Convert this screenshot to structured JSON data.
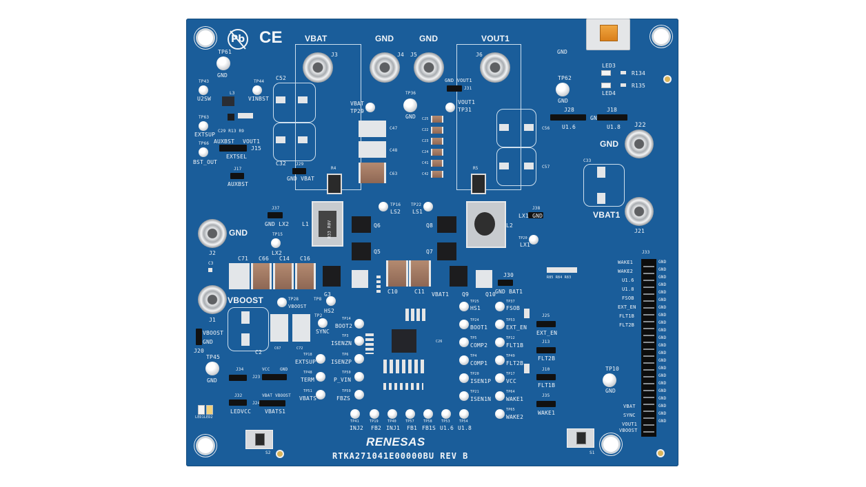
{
  "board": {
    "part_number": "RTKA271041E00000BU REV B",
    "brand": "RENESAS",
    "marks": {
      "pb": "Pb",
      "ce": "CE"
    }
  },
  "connectors": {
    "vbat": "VBAT",
    "j3": "J3",
    "gnd4": "GND",
    "j4": "J4",
    "gnd5": "GND",
    "j5": "J5",
    "vout1": "VOUT1",
    "j6": "J6",
    "gnd2": "GND",
    "j2": "J2",
    "vboost": "VBOOST",
    "j1": "J1",
    "gnd22": "GND",
    "j22": "J22",
    "vbat1": "VBAT1",
    "j21": "J21"
  },
  "testpoints": {
    "tp61": "TP61",
    "tp61_gnd": "GND",
    "tp43": "TP43",
    "u2sw": "U2SW",
    "tp44": "TP44",
    "vinbst": "VINBST",
    "tp63": "TP63",
    "extsup": "EXTSUP",
    "tp66": "TP66",
    "bst_out": "BST_OUT",
    "auxbst": "AUXBST",
    "vout1_small": "VOUT1",
    "j15": "J15",
    "extsel": "EXTSEL",
    "j17": "J17",
    "auxbst2": "AUXBST",
    "j29": "J29",
    "gnd_vbat": "GND VBAT",
    "vbat_tp29": "VBAT",
    "tp29": "TP29",
    "tp36": "TP36",
    "tp36_gnd": "GND",
    "gnd_vout1": "GND VOUT1",
    "j31": "J31",
    "vout1_tp31": "VOUT1",
    "tp31": "TP31",
    "tp62": "TP62",
    "tp62_gnd": "GND",
    "j28": "J28",
    "u16": "U1.6",
    "j18": "J18",
    "u18": "U1.8",
    "gnd_j18": "GND",
    "usb_gnd": "GND",
    "led3": "LED3",
    "led4": "LED4",
    "r134": "R134",
    "r135": "R135",
    "j37": "J37",
    "gnd_lx2": "GND LX2",
    "tp15": "TP15",
    "lx2": "LX2",
    "tp16": "TP16",
    "ls2": "LS2",
    "tp22": "TP22",
    "ls1": "LS1",
    "j38": "J38",
    "lx1_gnd": "LX1  GND",
    "tp20": "TP20",
    "lx1": "LX1",
    "tp28": "TP28",
    "vboost_tp": "VBOOST",
    "tp8": "TP8",
    "hs2": "HS2",
    "tp2": "TP2",
    "sync": "SYNC",
    "j30": "J30",
    "gnd_bat1": "GND BAT1",
    "vbat1_small": "VBAT1",
    "j20": "J20",
    "vboost_j20": "VBOOST",
    "gnd_j20": "GND",
    "tp45": "TP45",
    "tp45_gnd": "GND",
    "j34": "J34",
    "j23": "J23",
    "vcc": "VCC",
    "gnd_j23": "GND",
    "j32": "J32",
    "ledvcc": "LEDVCC",
    "j24": "J24",
    "vbat_vboost": "VBAT  VBOOST",
    "vbats1": "VBATS1",
    "leds": "LED1LED2",
    "tp14": "TP14",
    "boot2": "BOOT2",
    "tp3": "TP3",
    "isenzn": "ISENZN",
    "tp6": "TP6",
    "isenzp": "ISENZP",
    "tp18": "TP18",
    "extsup2": "EXTSUP",
    "tp50": "TP50",
    "p_vin": "P_VIN",
    "tp48": "TP48",
    "term": "TERM",
    "tp51": "TP51",
    "vbats": "VBATS",
    "tp59": "TP59",
    "fbzs": "FBZS",
    "tp41": "TP41",
    "inj2": "INJ2",
    "tp19": "TP19",
    "fb2": "FB2",
    "tp40": "TP40",
    "inj1": "INJ1",
    "tp57": "TP57",
    "fb1": "FB1",
    "tp58": "TP58",
    "fb1s": "FB1S",
    "tp53": "TP53",
    "u16b": "U1.6",
    "tp54": "TP54",
    "u18b": "U1.8",
    "tp25": "TP25",
    "hs1": "HS1",
    "tp24": "TP24",
    "boot1": "BOOT1",
    "tp5": "TP5",
    "comp2": "COMP2",
    "tp4": "TP4",
    "comp1": "COMP1",
    "tp20b": "TP20",
    "isen1p": "ISEN1P",
    "tp21": "TP21",
    "isen1n": "ISEN1N",
    "tp37": "TP37",
    "fsob": "FSOB",
    "tp53b": "TP53",
    "ext_en": "EXT_EN",
    "tp12": "TP12",
    "flt1b": "FLT1B",
    "tp49": "TP49",
    "flt2b": "FLT2B",
    "tp17": "TP17",
    "vcc2": "VCC",
    "tp64": "TP64",
    "wake1": "WAKE1",
    "tp65": "TP65",
    "wake2": "WAKE2",
    "j25": "J25",
    "ext_en2": "EXT_EN",
    "j13": "J13",
    "flt2b2": "FLT2B",
    "j10": "J10",
    "flt1b2": "FLT1B",
    "j35": "J35",
    "wake1b": "WAKE1",
    "tp10": "TP10",
    "tp10_gnd": "GND",
    "gnd_small": "GND",
    "s1": "S1",
    "s2": "S2"
  },
  "components": {
    "l1": "L1",
    "l2": "L2",
    "l3": "L3",
    "r4": "R4",
    "r5": "R5",
    "r33": "R33 R0V",
    "q5": "Q5",
    "q6": "Q6",
    "q7": "Q7",
    "q8": "Q8",
    "q9": "Q9",
    "q10": "Q10",
    "c52": "C52",
    "c32": "C32",
    "c33": "C33",
    "c47": "C47",
    "c48": "C48",
    "c63": "C63",
    "c56": "C56",
    "c57": "C57",
    "c71": "C71",
    "c66": "C66",
    "c14": "C14",
    "c16": "C16",
    "c10": "C10",
    "c11": "C11",
    "c67": "C67",
    "c72": "C72",
    "c2": "C2",
    "c3": "C3",
    "g3": "G3",
    "vbat1_lbl": "VBAT1",
    "c_col": [
      "C25",
      "C22",
      "C23",
      "C24",
      "C41",
      "C42"
    ],
    "r_cluster": "R85 R84 R83",
    "c26": "C26",
    "u2_labels": "C29 R13 R9"
  },
  "header_j33": {
    "ref": "J33",
    "left_labels": [
      "WAKE1",
      "WAKE2",
      "U1.6",
      "U1.8",
      "FSOB",
      "EXT_EN",
      "FLT1B",
      "FLT2B"
    ],
    "bottom_labels": [
      "VBAT",
      "SYNC",
      "VOUT1",
      "VBOOST"
    ],
    "right_gnd": [
      "GND",
      "GND",
      "GND",
      "GND",
      "GND",
      "GND",
      "GND",
      "GND",
      "GND",
      "GND",
      "GND",
      "GND",
      "GND",
      "GND",
      "GND",
      "GND",
      "GND",
      "GND",
      "GND",
      "GND",
      "GND",
      "GND"
    ]
  }
}
